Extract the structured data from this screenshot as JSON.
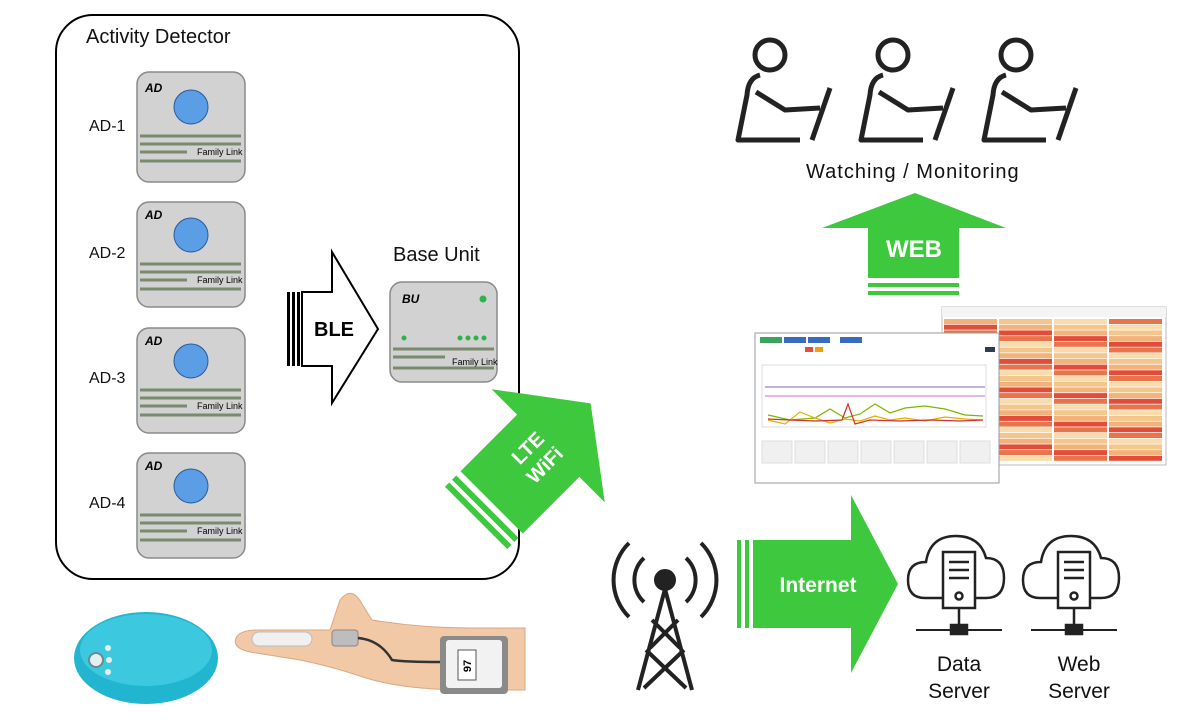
{
  "activity_detector": {
    "title": "Activity Detector",
    "devices": [
      {
        "name": "AD-1",
        "badge": "AD",
        "tag": "Family Link"
      },
      {
        "name": "AD-2",
        "badge": "AD",
        "tag": "Family Link"
      },
      {
        "name": "AD-3",
        "badge": "AD",
        "tag": "Family Link"
      },
      {
        "name": "AD-4",
        "badge": "AD",
        "tag": "Family Link"
      }
    ]
  },
  "ble": {
    "label": "BLE"
  },
  "base_unit": {
    "title": "Base Unit",
    "badge": "BU",
    "tag": "Family Link"
  },
  "lte": {
    "line1": "LTE",
    "line2": "WiFi"
  },
  "internet": {
    "label": "Internet"
  },
  "web": {
    "label": "WEB"
  },
  "watching": {
    "label": "Watching / Monitoring"
  },
  "servers": [
    {
      "line1": "Data",
      "line2": "Server"
    },
    {
      "line1": "Web",
      "line2": "Server"
    }
  ],
  "oximeter": {
    "reading": "97"
  },
  "colors": {
    "green": "#3ec83e",
    "device_bg": "#d2d2d2",
    "device_line": "#7a8a6e",
    "sensor_blue": "#5b9ee6",
    "led_green": "#2cb34a"
  }
}
